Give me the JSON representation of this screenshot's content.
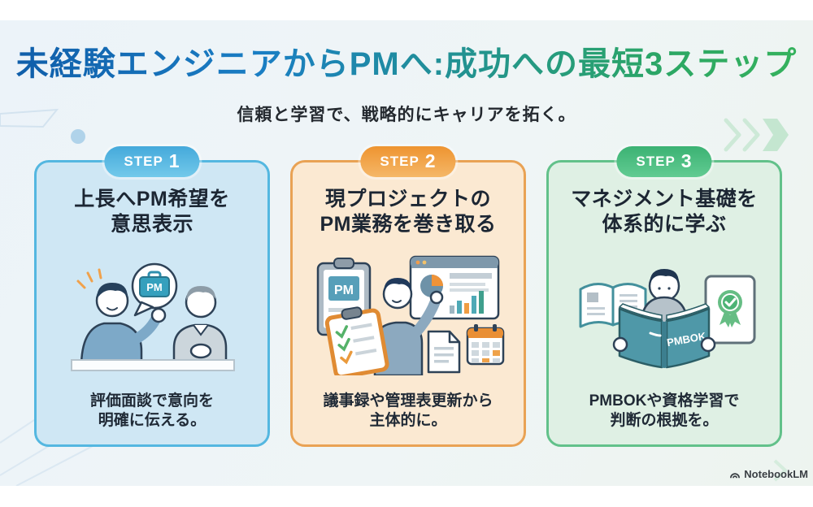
{
  "header": {
    "title": "未経験エンジニアからPMへ:成功への最短3ステップ",
    "subtitle": "信頼と学習で、戦略的にキャリアを拓く。"
  },
  "steps": [
    {
      "badge": "STEP",
      "number": "1",
      "title": "上長へPM希望を\n意思表示",
      "caption": "評価面談で意向を\n明確に伝える。",
      "illustration": {
        "bubble_label": "PM"
      },
      "accent": "#54b7e0",
      "background": "#cfe7f4"
    },
    {
      "badge": "STEP",
      "number": "2",
      "title": "現プロジェクトの\nPM業務を巻き取る",
      "caption": "議事録や管理表更新から\n主体的に。",
      "illustration": {
        "clipboard_label": "PM"
      },
      "accent": "#e9a254",
      "background": "#fbe9d2"
    },
    {
      "badge": "STEP",
      "number": "3",
      "title": "マネジメント基礎を\n体系的に学ぶ",
      "caption": "PMBOKや資格学習で\n判断の根拠を。",
      "illustration": {
        "book_label": "PMBOK"
      },
      "accent": "#62c18a",
      "background": "#dff0e4"
    }
  ],
  "footer": {
    "watermark": "NotebookLM"
  },
  "colors": {
    "title_gradient_start": "#0f5ca8",
    "title_gradient_end": "#36b35c",
    "subtitle_text": "#24292f",
    "stage_background": "#eef4f5"
  }
}
